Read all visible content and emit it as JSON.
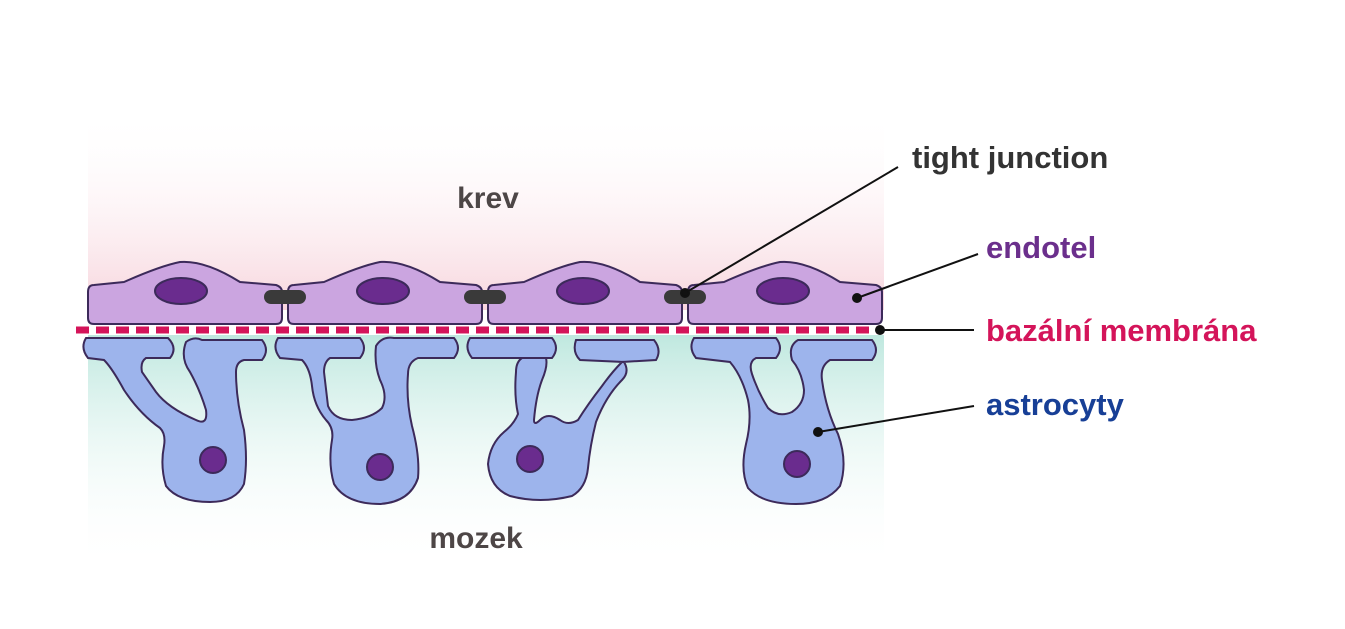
{
  "diagram": {
    "regions": {
      "blood": "krev",
      "brain": "mozek"
    },
    "labels": {
      "tight_junction": "tight junction",
      "endothelium": "endotel",
      "basement_membrane": "bazální membrána",
      "astrocytes": "astrocyty"
    },
    "colors": {
      "blood_tint": "#f7d4dc",
      "brain_tint": "#bfe8df",
      "endothelial_cell": "#cba5e0",
      "nucleus": "#6a2c8e",
      "junction": "#3a3a3a",
      "membrane": "#d4145a",
      "astrocyte": "#9db4ec",
      "outline": "#3c2a5a",
      "endotel_text": "#6b2f8c",
      "membrane_text": "#d4145a",
      "astrocyte_text": "#173f96",
      "region_text": "#4d4646",
      "junction_text": "#333333"
    }
  }
}
